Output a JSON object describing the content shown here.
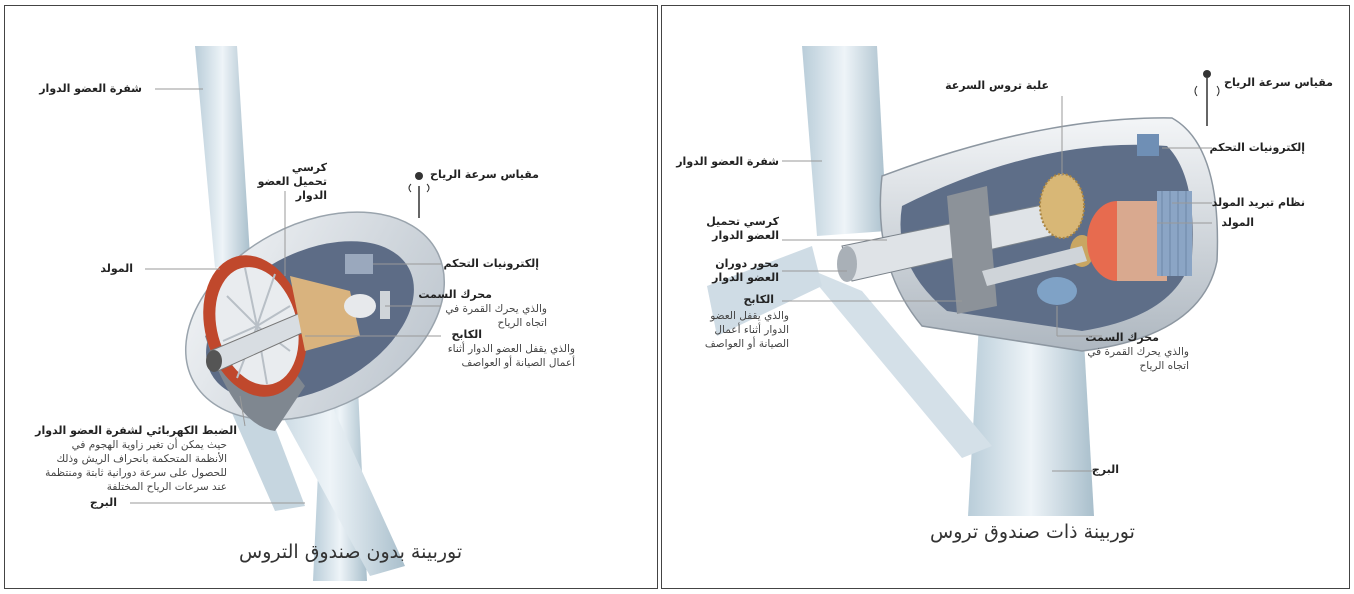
{
  "left": {
    "caption": "توربينة بدون صندوق التروس",
    "labels": {
      "rotor_blade": "شفرة العضو الدوار",
      "rotor_seat": "كرسي تحميل العضو الدوار",
      "anemometer": "مقياس سرعة الرياح",
      "generator": "المولد",
      "control_electronics": "إلكترونيات التحكم",
      "yaw_motor": "محرك السمت",
      "yaw_motor_desc": "والذي يحرك القمرة في اتجاه الرياح",
      "brake": "الكابح",
      "brake_desc": "والذي يقفل العضو الدوار أثناء أعمال الصيانة أو العواصف",
      "pitch_control": "الضبط الكهربائي لشفرة العضو الدوار",
      "pitch_control_desc": "حيث يمكن أن تغير زاوية الهجوم في الأنظمة المتحكمة بانحراف الريش وذلك للحصول على سرعة دورانية ثابتة ومنتظمة عند سرعات الرياح المختلفة",
      "tower": "البرج"
    }
  },
  "right": {
    "caption": "توربينة ذات صندوق تروس",
    "labels": {
      "gearbox": "علبة تروس السرعة",
      "anemometer": "مقياس سرعة الرياح",
      "rotor_blade": "شفرة العضو الدوار",
      "control_electronics": "إلكترونيات التحكم",
      "generator_cooling": "نظام تبريد المولد",
      "generator": "المولد",
      "rotor_seat": "كرسي تحميل العضو الدوار",
      "rotor_shaft": "محور دوران العضو الدوار",
      "brake": "الكابح",
      "brake_desc": "والذي يقفل العضو الدوار أثناء أعمال الصيانة أو العواصف",
      "yaw_motor": "محرك السمت",
      "yaw_motor_desc": "والذي يحرك القمرة في اتجاه الرياح",
      "tower": "البرج"
    }
  }
}
